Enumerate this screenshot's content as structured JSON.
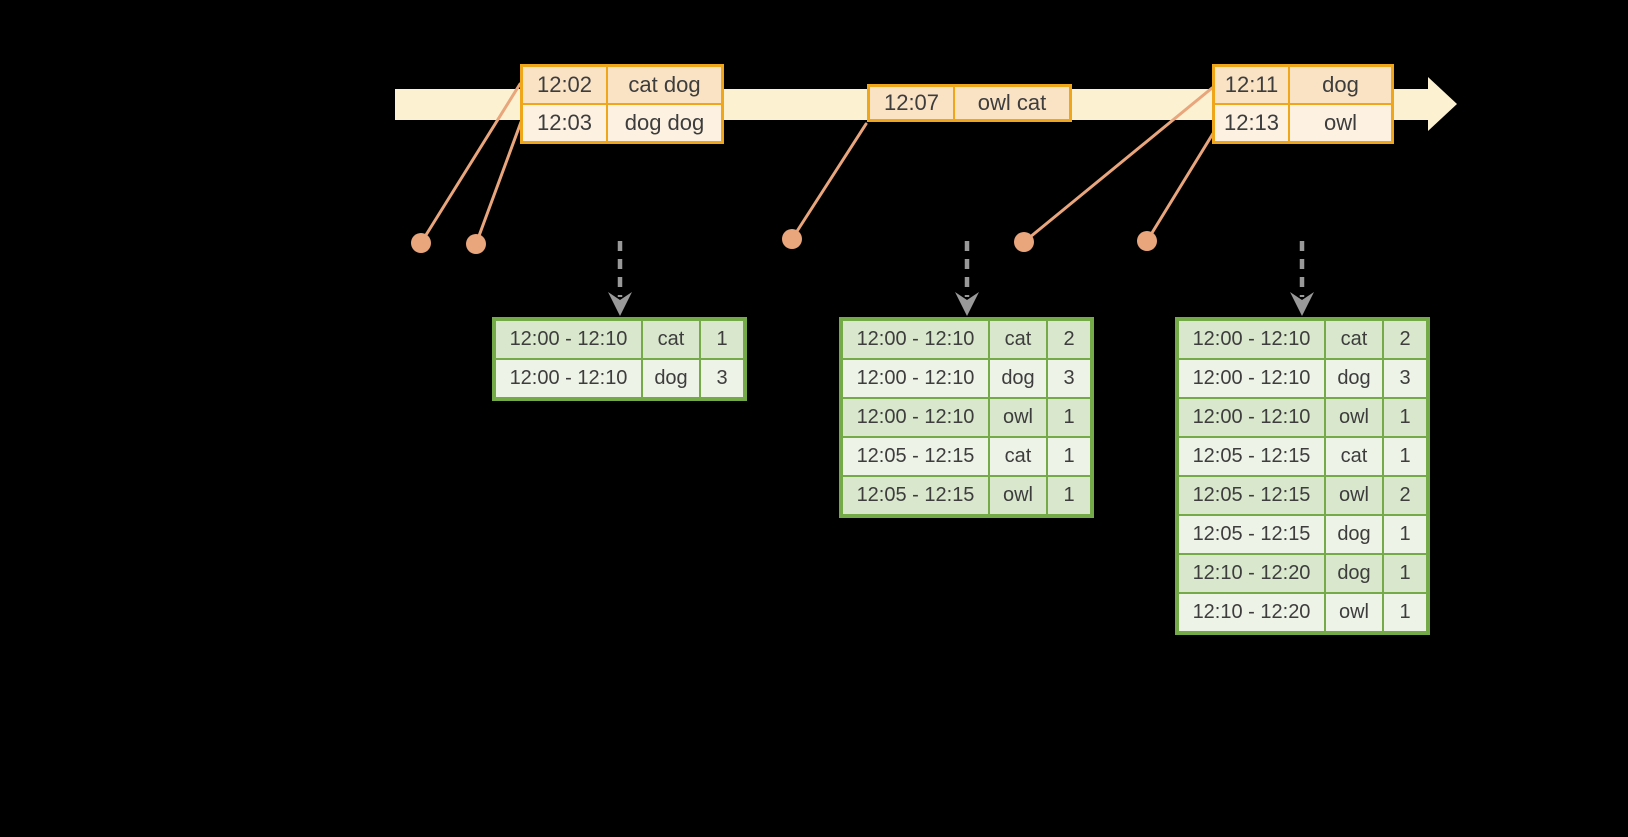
{
  "diagram_title": "windowed word-count streaming aggregation diagram",
  "colors": {
    "background": "#000000",
    "timeline_band": "#fcf2d1",
    "event_table_border": "#efa61b",
    "event_row_dark": "#fae3c5",
    "event_row_light": "#fdf2e2",
    "connector_salmon": "#e9a57c",
    "trigger_arrow_gray": "#999999",
    "result_table_border": "#74aa47",
    "result_row_dark": "#d9e7cd",
    "result_row_light": "#eef3e8",
    "text": "#3d3d3d"
  },
  "icons": {
    "timeline_arrowhead": "right-arrow",
    "event_dot": "filled-circle",
    "trigger_arrow": "dashed-down-arrow"
  },
  "event_tables": [
    {
      "rows": [
        {
          "time": "12:02",
          "words": "cat dog"
        },
        {
          "time": "12:03",
          "words": "dog dog"
        }
      ]
    },
    {
      "rows": [
        {
          "time": "12:07",
          "words": "owl cat"
        }
      ]
    },
    {
      "rows": [
        {
          "time": "12:11",
          "words": "dog"
        },
        {
          "time": "12:13",
          "words": "owl"
        }
      ]
    }
  ],
  "result_tables": [
    {
      "rows": [
        {
          "window": "12:00 - 12:10",
          "word": "cat",
          "count": "1"
        },
        {
          "window": "12:00 - 12:10",
          "word": "dog",
          "count": "3"
        }
      ]
    },
    {
      "rows": [
        {
          "window": "12:00 - 12:10",
          "word": "cat",
          "count": "2"
        },
        {
          "window": "12:00 - 12:10",
          "word": "dog",
          "count": "3"
        },
        {
          "window": "12:00 - 12:10",
          "word": "owl",
          "count": "1"
        },
        {
          "window": "12:05 - 12:15",
          "word": "cat",
          "count": "1"
        },
        {
          "window": "12:05 - 12:15",
          "word": "owl",
          "count": "1"
        }
      ]
    },
    {
      "rows": [
        {
          "window": "12:00 - 12:10",
          "word": "cat",
          "count": "2"
        },
        {
          "window": "12:00 - 12:10",
          "word": "dog",
          "count": "3"
        },
        {
          "window": "12:00 - 12:10",
          "word": "owl",
          "count": "1"
        },
        {
          "window": "12:05 - 12:15",
          "word": "cat",
          "count": "1"
        },
        {
          "window": "12:05 - 12:15",
          "word": "owl",
          "count": "2"
        },
        {
          "window": "12:05 - 12:15",
          "word": "dog",
          "count": "1"
        },
        {
          "window": "12:10 - 12:20",
          "word": "dog",
          "count": "1"
        },
        {
          "window": "12:10 - 12:20",
          "word": "owl",
          "count": "1"
        }
      ]
    }
  ]
}
